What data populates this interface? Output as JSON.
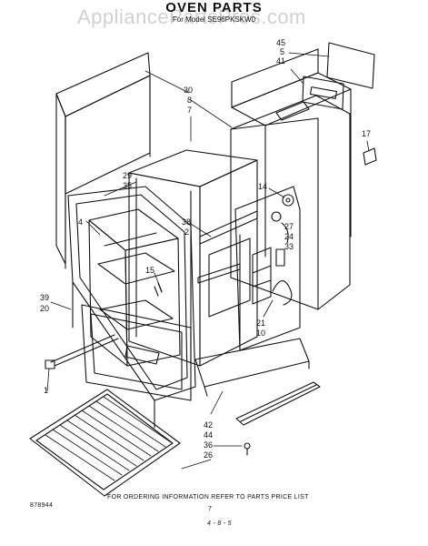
{
  "header": {
    "title": "OVEN PARTS",
    "subtitle": "For Model SE96PKSKW0",
    "watermark": "AppliancePartsPros.com"
  },
  "footer": {
    "doc_number": "878944",
    "ordering_note": "FOR ORDERING INFORMATION REFER TO PARTS PRICE LIST",
    "page_number": "7",
    "date": "4 - 8 - 5"
  },
  "callouts": {
    "c45": "45",
    "c5": "5",
    "c41": "41",
    "c30": "30",
    "c8": "8",
    "c7": "7",
    "c17": "17",
    "c29": "29",
    "c35": "35",
    "c14": "14",
    "c4": "4",
    "c38": "38",
    "c2": "2",
    "c27": "27",
    "c24": "24",
    "c33": "33",
    "c15": "15",
    "c39": "39",
    "c20": "20",
    "c21": "21",
    "c10": "10",
    "c1": "1",
    "c42": "42",
    "c44": "44",
    "c36": "36",
    "c26": "26"
  }
}
